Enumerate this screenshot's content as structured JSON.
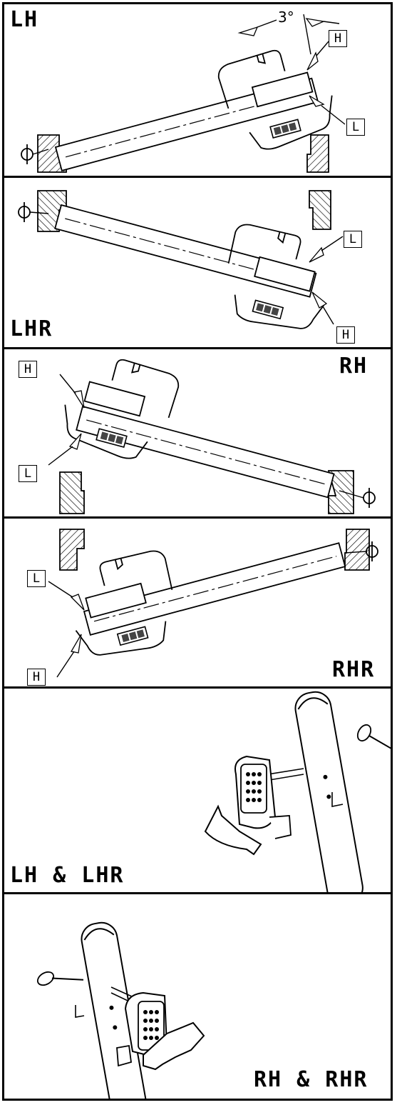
{
  "panels": [
    {
      "id": "lh",
      "label": "LH",
      "angle": "3°",
      "tags": [
        "H",
        "L"
      ]
    },
    {
      "id": "lhr",
      "label": "LHR",
      "tags": [
        "L",
        "H"
      ]
    },
    {
      "id": "rh",
      "label": "RH",
      "tags": [
        "H",
        "L"
      ]
    },
    {
      "id": "rhr",
      "label": "RHR",
      "tags": [
        "L",
        "H"
      ]
    },
    {
      "id": "lh-lhr-iso",
      "label": "LH & LHR"
    },
    {
      "id": "rh-rhr-iso",
      "label": "RH & RHR"
    }
  ],
  "symbols": {
    "centerline": "centerline-icon"
  }
}
